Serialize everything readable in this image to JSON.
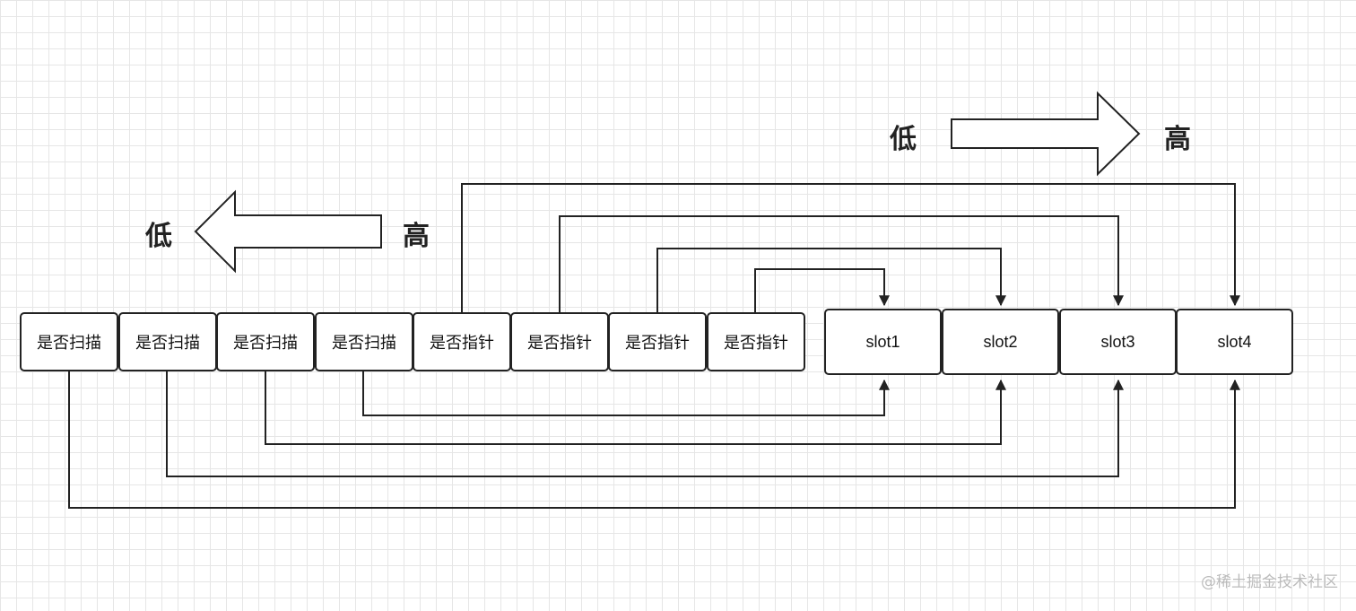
{
  "bits": [
    {
      "label": "是否扫描"
    },
    {
      "label": "是否扫描"
    },
    {
      "label": "是否扫描"
    },
    {
      "label": "是否扫描"
    },
    {
      "label": "是否指针"
    },
    {
      "label": "是否指针"
    },
    {
      "label": "是否指针"
    },
    {
      "label": "是否指针"
    }
  ],
  "slots": [
    {
      "label": "slot1"
    },
    {
      "label": "slot2"
    },
    {
      "label": "slot3"
    },
    {
      "label": "slot4"
    }
  ],
  "left_direction": {
    "from": "高",
    "to": "低"
  },
  "right_direction": {
    "from": "低",
    "to": "高"
  },
  "watermark": "@稀土掘金技术社区",
  "colors": {
    "line": "#222222",
    "grid": "#e6e6e6",
    "box_fill": "#ffffff"
  }
}
